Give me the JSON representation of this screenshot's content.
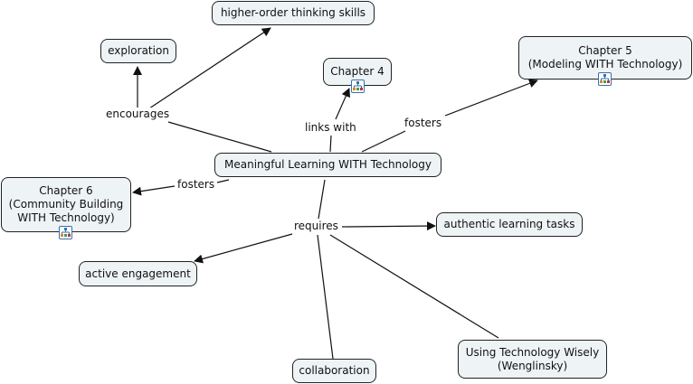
{
  "concept_map": {
    "title": "Meaningful Learning WITH Technology",
    "colors": {
      "node_fill": "#eef3f5",
      "node_border": "#222222",
      "line": "#111111",
      "icon_blue": "#3a6fb0"
    },
    "nodes": {
      "central": "Meaningful Learning WITH Technology",
      "hots": "higher-order thinking skills",
      "exploration": "exploration",
      "chapter4": "Chapter 4",
      "chapter5": "Chapter 5\n(Modeling WITH Technology)",
      "chapter6": "Chapter 6\n(Community Building\nWITH Technology)",
      "authentic": "authentic learning tasks",
      "active": "active engagement",
      "collaboration": "collaboration",
      "wenglinsky": "Using Technology Wisely\n(Wenglinsky)"
    },
    "link_labels": {
      "encourages": "encourages",
      "links_with": "links with",
      "fosters_ch5": "fosters",
      "fosters_ch6": "fosters",
      "requires": "requires"
    },
    "icons": {
      "chapter4": "concept-map-resource-icon",
      "chapter5": "concept-map-resource-icon",
      "chapter6": "concept-map-resource-icon"
    }
  }
}
